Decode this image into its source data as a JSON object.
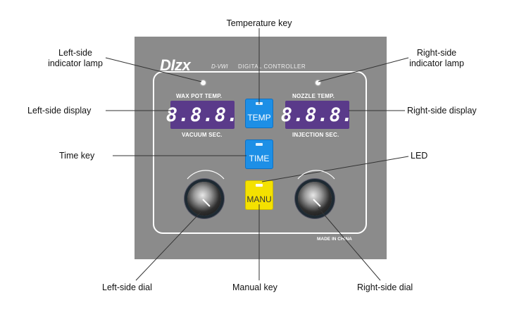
{
  "callouts": {
    "temperature_key": "Temperature key",
    "left_lamp": "Left-side\nindicator lamp",
    "right_lamp": "Right-side\nindicator lamp",
    "left_display": "Left-side display",
    "right_display": "Right-side display",
    "time_key": "Time key",
    "led": "LED",
    "left_dial": "Left-side dial",
    "manual_key": "Manual key",
    "right_dial": "Right-side dial"
  },
  "panel": {
    "brand": "DIzx",
    "model": "D-VWI",
    "subtitle": "DIGITAL CONTROLLER",
    "left_top_label": "WAX POT TEMP.",
    "left_bottom_label": "VACUUM SEC.",
    "right_top_label": "NOZZLE TEMP.",
    "right_bottom_label": "INJECTION SEC.",
    "left_display_value": "8.8.8.",
    "right_display_value": "8.8.8.",
    "temp_key": "TEMP",
    "time_key": "TIME",
    "manu_key": "MANU",
    "made_in": "MADE IN CHINA"
  },
  "colors": {
    "panel": "#8b8b8b",
    "display": "#5a3a8a",
    "blue_key": "#1d8fe6",
    "yellow_key": "#f4e100"
  }
}
